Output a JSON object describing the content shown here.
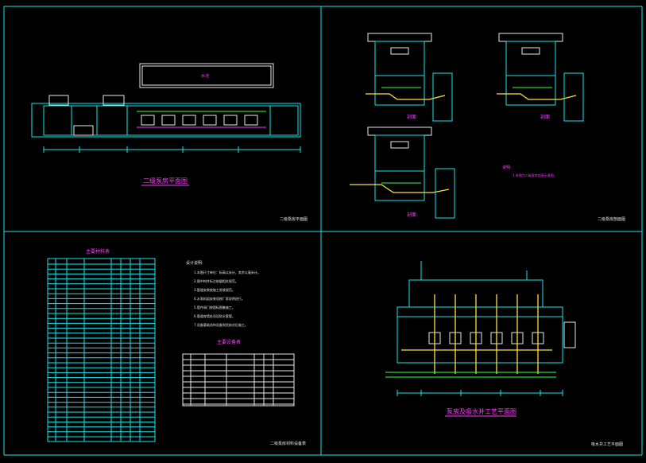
{
  "drawing": {
    "colors": {
      "background": "#000000",
      "frame": "#18e6ea",
      "title": "#ff3cff",
      "pipe": "#ffe23a",
      "equipment": "#32ff4a"
    },
    "panels": [
      {
        "id": "pump-house-plan",
        "title": "二级泵房平面图",
        "stamp": "二级泵房平面图"
      },
      {
        "id": "sections",
        "labels": [
          "剖面",
          "剖面",
          "剖面"
        ],
        "note_title": "说明:",
        "note_text": "1.本图为二级泵房剖面示意图。",
        "stamp": "二级泵房剖面图"
      },
      {
        "id": "schedule",
        "material_table_title": "主要材料表",
        "equipment_table_title": "主要设备表",
        "notes_title": "设计说明:",
        "notes": [
          "1.本图尺寸单位：标高以米计，其余以毫米计。",
          "2.图中构件标注依据相关规范。",
          "3.管道安装按施工验收规范。",
          "4.水泵机组安装须按厂家说明进行。",
          "5.管件阀门按国标图集施工。",
          "6.管道穿墙处须设防水套管。",
          "7.设备基础须待设备到货核对后施工。"
        ],
        "stamp": "二级泵房材料设备表"
      },
      {
        "id": "suction-well",
        "title": "泵房及吸水井工艺平面图",
        "stamp": "吸水井工艺平面图"
      }
    ]
  }
}
